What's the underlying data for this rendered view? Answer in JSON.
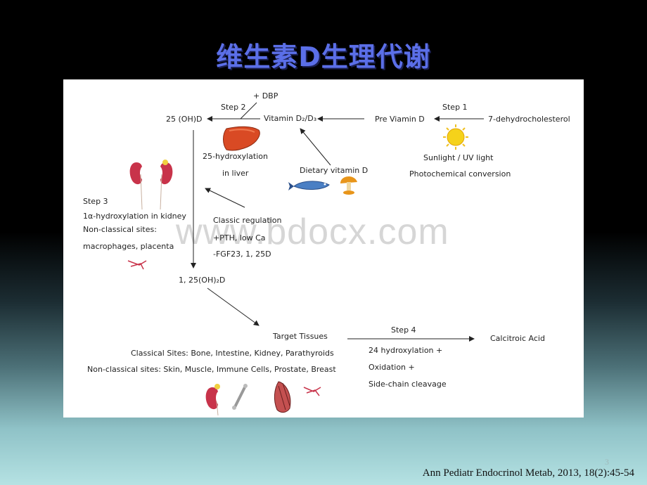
{
  "slide": {
    "title": "维生素D生理代谢",
    "page_number": "3",
    "citation": "Ann Pediatr Endocrinol Metab, 2013, 18(2):45-54"
  },
  "watermark": "www.bdocx.com",
  "diagram": {
    "dbp": "+ DBP",
    "step2": "Step 2",
    "ohd25": "25 (OH)D",
    "vitamin_d": "Vitamin D₂/D₃",
    "pre_vitamin_d": "Pre Viamin D",
    "step1": "Step 1",
    "dehydrocholesterol": "7-dehydrocholesterol",
    "hydroxylation25": "25-hydroxylation",
    "in_liver": "in liver",
    "dietary_vitamin_d": "Dietary vitamin D",
    "sunlight": "Sunlight / UV light",
    "photochemical": "Photochemical conversion",
    "step3": "Step 3",
    "hydroxylation1a": "1α-hydroxylation in kidney",
    "nonclassical_sites": "Non-classical sites:",
    "macrophages": "macrophages, placenta",
    "classic_regulation": "Classic regulation",
    "pth": "+PTH, low Ca",
    "fgf23": "-FGF23, 1, 25D",
    "ohd125": "1, 25(OH)₂D",
    "target_tissues": "Target Tissues",
    "step4": "Step 4",
    "calcitroic": "Calcitroic Acid",
    "classical_sites": "Classical Sites: Bone, Intestine, Kidney, Parathyroids",
    "hydroxylation24": "24 hydroxylation +",
    "nonclassical_list": "Non-classical sites: Skin, Muscle, Immune Cells, Prostate, Breast",
    "oxidation": "Oxidation +",
    "sidechain": "Side-chain cleavage"
  },
  "colors": {
    "title": "#5b6fe8",
    "liver": "#d94a24",
    "kidney": "#c8334a",
    "sun": "#f5d21a",
    "fish": "#4a7fc4",
    "mushroom": "#e8951a"
  },
  "icons": [
    "liver-icon",
    "kidney-icon",
    "sun-icon",
    "fish-icon",
    "mushroom-icon",
    "macrophage-icon",
    "bone-icon",
    "muscle-icon"
  ]
}
